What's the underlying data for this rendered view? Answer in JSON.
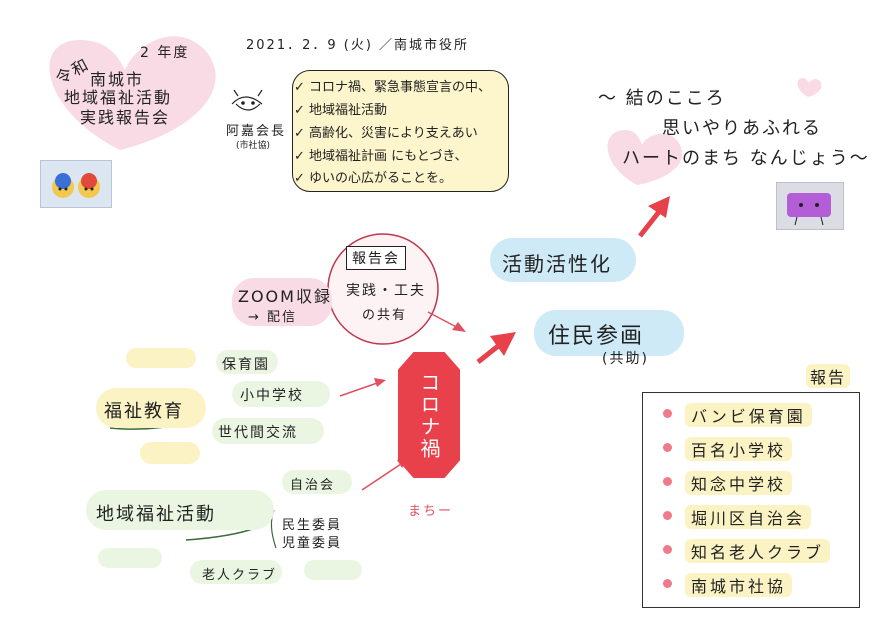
{
  "date_line": "2021．2．9 (火) ／南城市役所",
  "title_block": {
    "era": "令和",
    "year": "2 年度",
    "line1": "南城市",
    "line2": "地域福祉活動",
    "line3": "実践報告会"
  },
  "speaker": {
    "name": "阿嘉会長",
    "affil": "(市社協)"
  },
  "callout_items": [
    "コロナ禍、緊急事態宣言の中、",
    "地域福祉活動",
    "高齢化、災害により支えあい",
    "地域福祉計画 にもとづき、",
    "ゆいの心広がることを。"
  ],
  "slogan": {
    "line1": "〜 結のこころ",
    "line2": "思いやりあふれる",
    "line3": "ハートのまち なんじょう〜"
  },
  "center_circle": {
    "box_label": "報告会",
    "line1": "実践・工夫",
    "line2": "の共有"
  },
  "zoom": {
    "line1": "ZOOM収録",
    "line2": "→ 配信"
  },
  "corona": {
    "label": "コロナ禍",
    "note": "まちー"
  },
  "activation": "活動活性化",
  "participation": {
    "main": "住民参画",
    "sub": "(共助)"
  },
  "welfare_education": {
    "label": "福祉教育",
    "items": [
      "保育園",
      "小中学校",
      "世代間交流"
    ]
  },
  "welfare_activity": {
    "label": "地域福祉活動",
    "items": [
      "自治会",
      "民生委員",
      "児童委員",
      "老人クラブ"
    ]
  },
  "report": {
    "heading": "報告",
    "items": [
      "バンビ保育園",
      "百名小学校",
      "知念中学校",
      "堀川区自治会",
      "知名老人クラブ",
      "南城市社協"
    ]
  },
  "colors": {
    "accent_red": "#e8414b",
    "heart_pink": "#f9dbe5",
    "note_yellow": "#fbf3c4",
    "bubble_blue": "#cfeaf7"
  }
}
